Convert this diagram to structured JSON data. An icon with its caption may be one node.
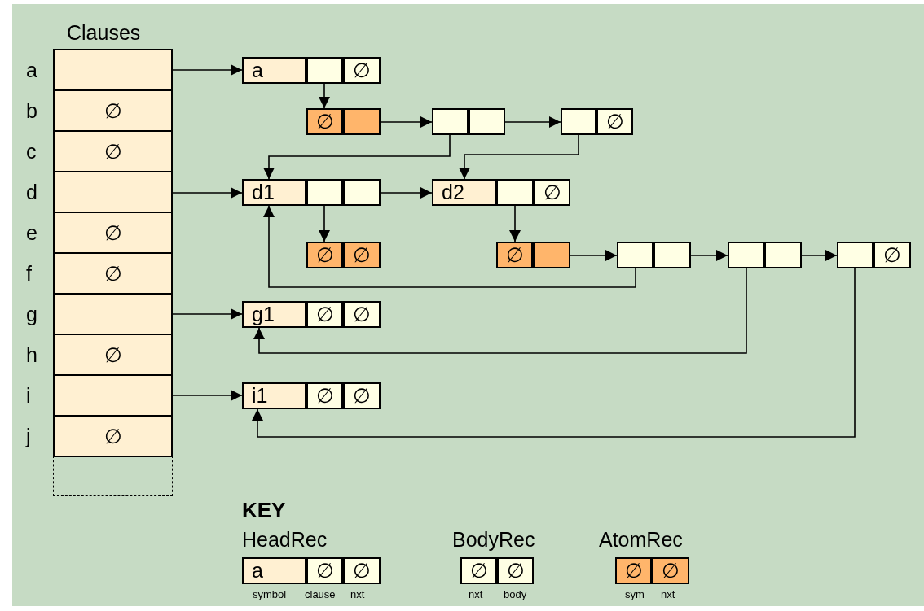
{
  "diagram": {
    "nodes": [
      {
        "text": [
          "Clauses"
        ]
      },
      {
        "text": [],
        "shape": "box",
        "in": 0,
        "beside": [
          "a"
        ]
      },
      {
        "text": [
          "∅"
        ],
        "in": 0,
        "beside": [
          "b"
        ]
      },
      {
        "text": [
          "∅"
        ],
        "in": 0,
        "beside": [
          "c"
        ]
      },
      {
        "text": [],
        "shape": "box",
        "in": 0,
        "beside": [
          "d"
        ]
      },
      {
        "text": [
          "∅"
        ],
        "in": 0,
        "beside": [
          "e"
        ]
      },
      {
        "text": [
          "∅"
        ],
        "in": 0,
        "beside": [
          "f"
        ]
      },
      {
        "text": [],
        "shape": "box",
        "in": 0,
        "beside": [
          "g"
        ]
      },
      {
        "text": [
          "∅"
        ],
        "in": 0,
        "beside": [
          "h"
        ]
      },
      {
        "text": [],
        "shape": "box",
        "in": 0,
        "beside": [
          "i"
        ]
      },
      {
        "text": [
          "∅"
        ],
        "in": 0,
        "beside": [
          "j"
        ]
      },
      {
        "text": [],
        "shape": "box",
        "in": 0
      },
      {
        "text": [
          "a",
          "∅"
        ]
      },
      {
        "text": [
          "∅"
        ]
      },
      {
        "text": [],
        "shape": "box"
      },
      {
        "text": [
          "∅"
        ]
      },
      {
        "text": [
          "d1"
        ]
      },
      {
        "text": [
          "d2",
          "∅"
        ]
      },
      {
        "text": [
          "∅",
          "∅"
        ]
      },
      {
        "text": [
          "∅"
        ]
      },
      {
        "text": [],
        "shape": "box"
      },
      {
        "text": [],
        "shape": "box"
      },
      {
        "text": [
          "∅"
        ]
      },
      {
        "text": [
          "g1",
          "∅",
          "∅"
        ]
      },
      {
        "text": [
          "i1",
          "∅",
          "∅"
        ]
      },
      {
        "text": [
          "HeadRec",
          "a",
          "∅",
          "∅"
        ],
        "beside": [
          "symbol",
          "clause",
          "nxt"
        ]
      },
      {
        "text": [
          "BodyRec",
          "∅",
          "∅"
        ],
        "beside": [
          "nxt",
          "body"
        ]
      },
      {
        "text": [
          "AtomRec",
          "∅",
          "∅"
        ],
        "beside": [
          "sym",
          "nxt"
        ]
      }
    ],
    "edges": [
      {
        "from": 1,
        "to": 12,
        "arrow": "to"
      },
      {
        "from": 4,
        "to": 16,
        "arrow": "to"
      },
      {
        "from": 7,
        "to": 23,
        "arrow": "to"
      },
      {
        "from": 9,
        "to": 24,
        "arrow": "to"
      },
      {
        "from": 12,
        "to": 13,
        "arrow": "to"
      },
      {
        "from": 13,
        "to": 14,
        "arrow": "to"
      },
      {
        "from": 14,
        "to": 15,
        "arrow": "to"
      },
      {
        "from": 14,
        "to": 16,
        "arrow": "to"
      },
      {
        "from": 15,
        "to": 17,
        "arrow": "to"
      },
      {
        "from": 16,
        "to": 18,
        "arrow": "to"
      },
      {
        "from": 16,
        "to": 17,
        "arrow": "to"
      },
      {
        "from": 17,
        "to": 19,
        "arrow": "to"
      },
      {
        "from": 19,
        "to": 20,
        "arrow": "to"
      },
      {
        "from": 20,
        "to": 21,
        "arrow": "to"
      },
      {
        "from": 21,
        "to": 22,
        "arrow": "to"
      },
      {
        "from": 20,
        "to": 16,
        "arrow": "to"
      },
      {
        "from": 21,
        "to": 23,
        "arrow": "to"
      },
      {
        "from": 22,
        "to": 24,
        "arrow": "to"
      }
    ],
    "labels": [
      "KEY"
    ]
  }
}
